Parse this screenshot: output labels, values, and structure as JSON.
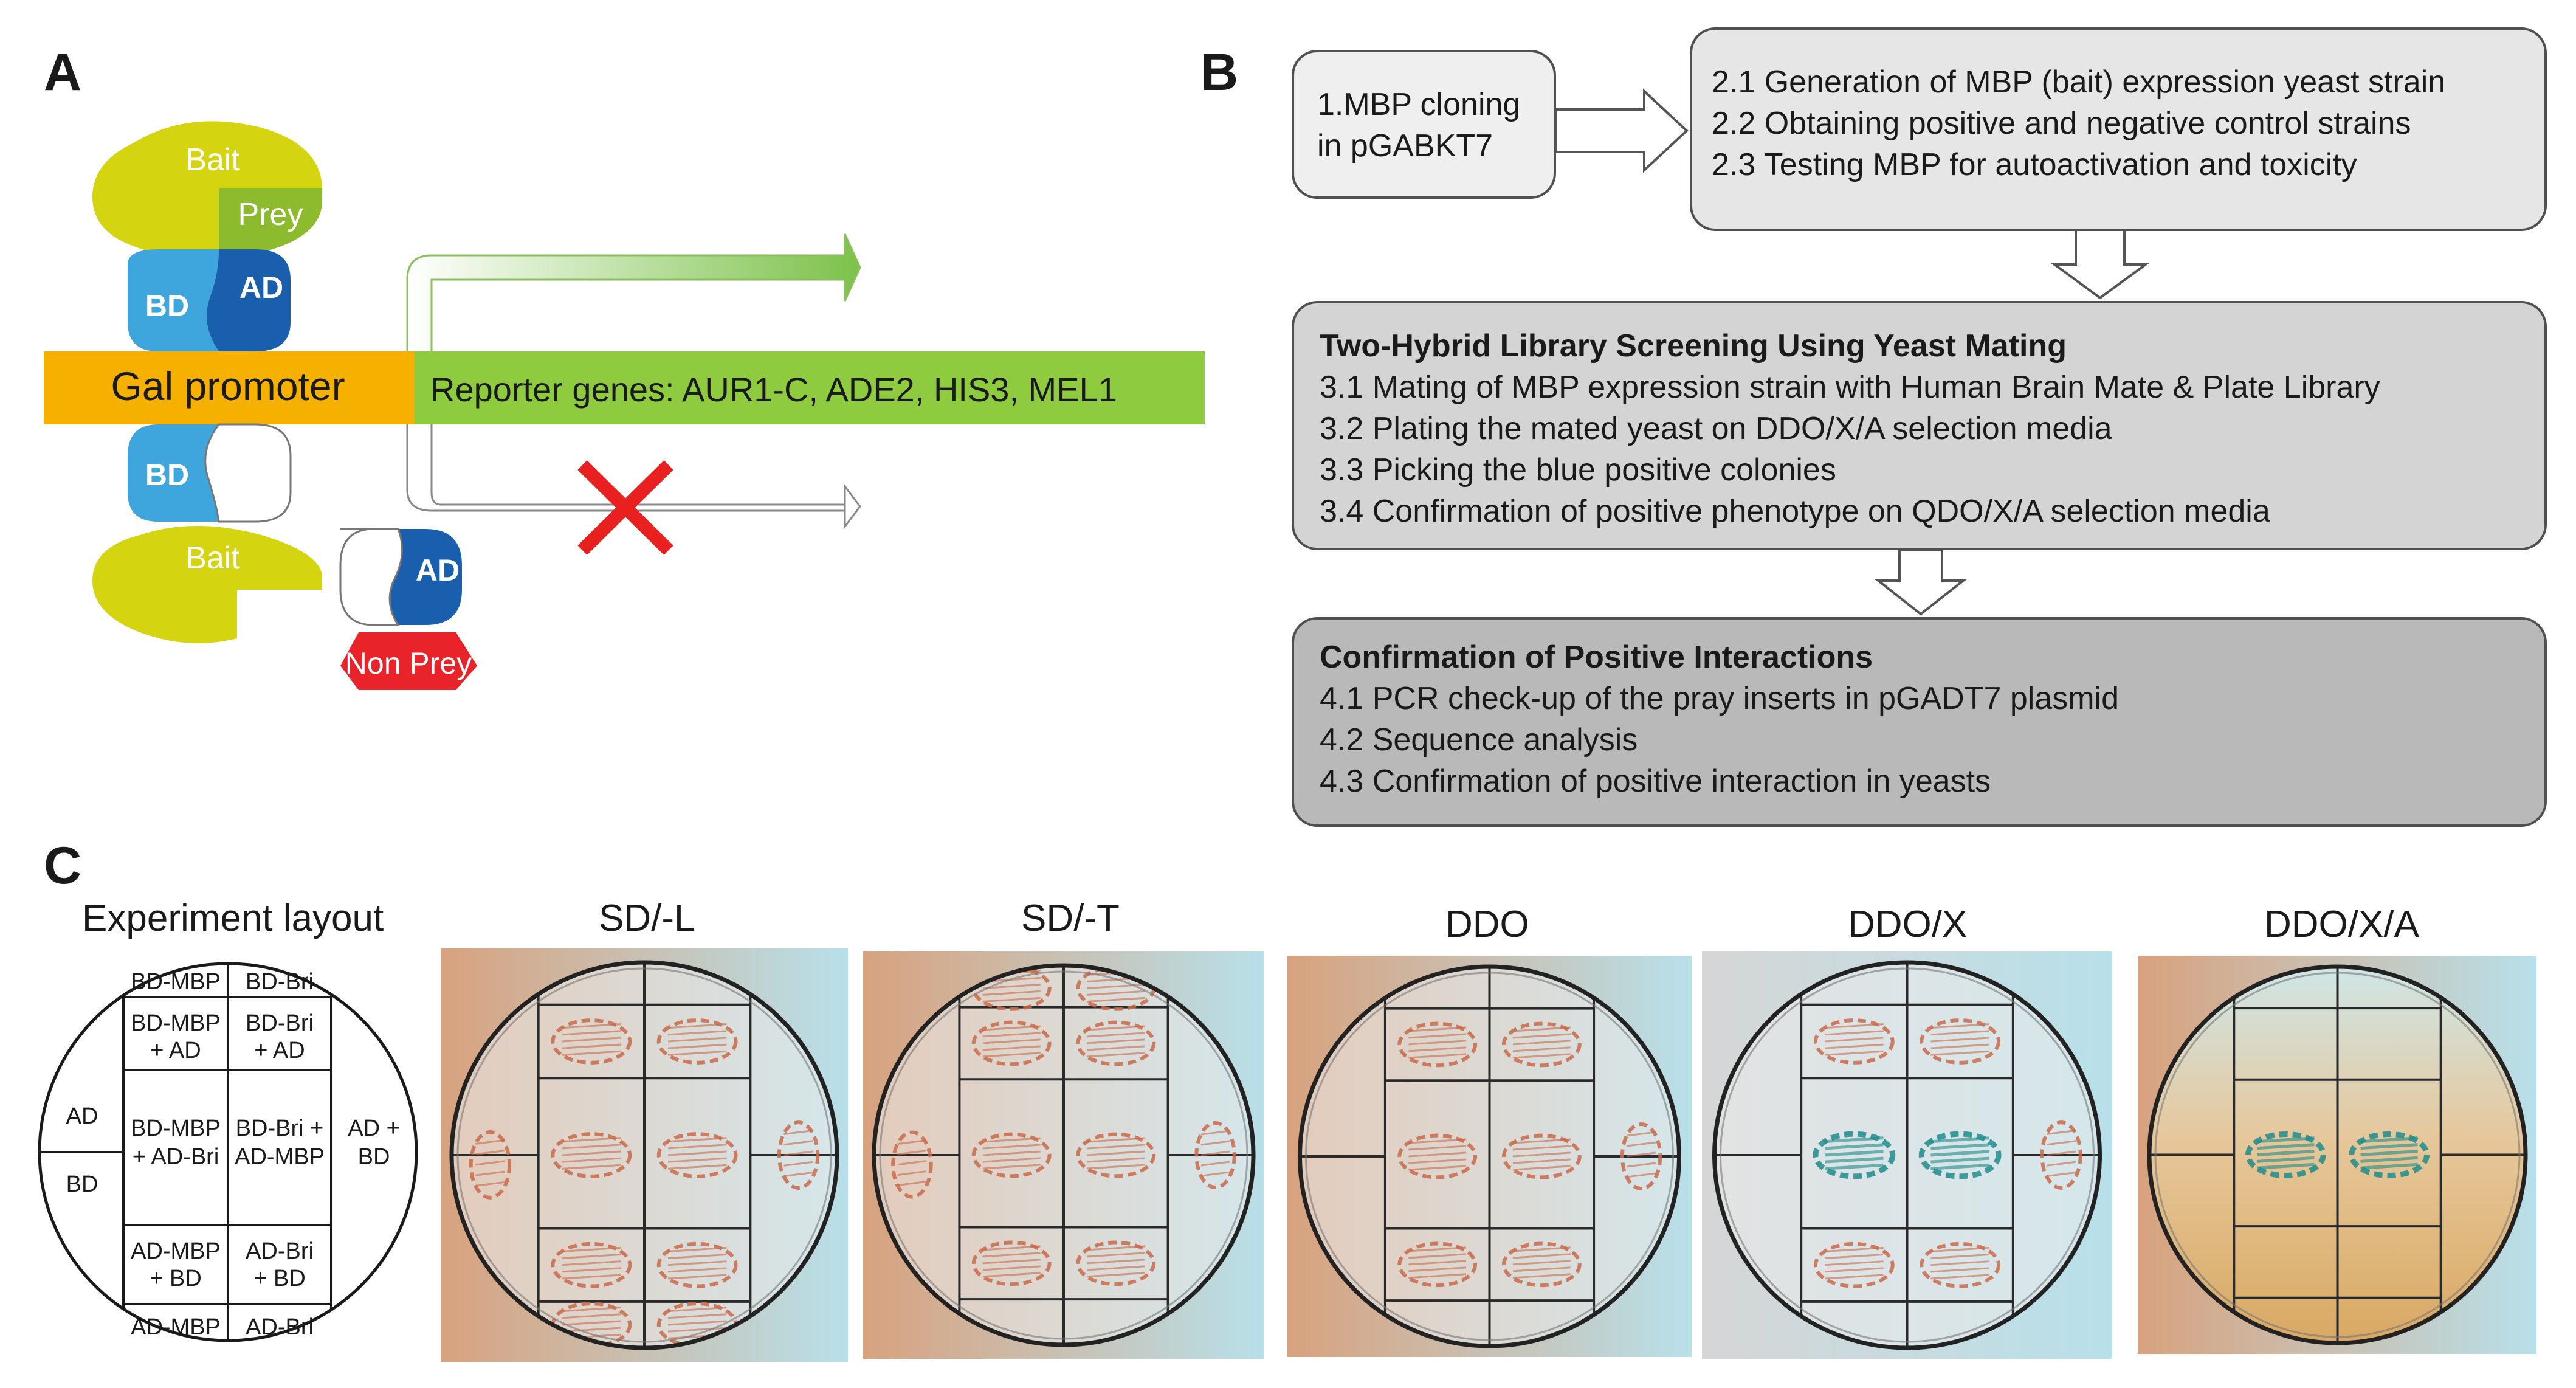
{
  "panels": {
    "a": "A",
    "b": "B",
    "c": "C"
  },
  "panelA": {
    "bait_top": "Bait",
    "prey": "Prey",
    "bd_top": "BD",
    "ad_top": "AD",
    "promoter": "Gal promoter",
    "reporter": "Reporter genes: AUR1-C, ADE2, HIS3, MEL1",
    "bd_bottom": "BD",
    "bait_bottom": "Bait",
    "ad_bottom": "AD",
    "non_prey": "Non Prey",
    "colors": {
      "bait": "#d4d411",
      "prey": "#8dbb2e",
      "bd": "#3ea6dc",
      "ad": "#1a5fae",
      "promoter": "#f5b000",
      "reporter": "#8fcb3e",
      "nonprey": "#e8232a",
      "cross": "#e82020"
    }
  },
  "panelB": {
    "box1": {
      "lines": [
        "1.MBP cloning",
        "in pGABKT7"
      ]
    },
    "box2": {
      "lines": [
        "2.1 Generation of MBP (bait) expression yeast strain",
        "2.2 Obtaining positive and negative control strains",
        "2.3 Testing MBP for autoactivation and toxicity"
      ]
    },
    "box3": {
      "title": "Two-Hybrid Library Screening Using Yeast Mating",
      "lines": [
        "3.1 Mating of MBP expression strain with Human Brain Mate & Plate Library",
        "3.2 Plating the mated yeast on DDO/X/A selection media",
        "3.3 Picking the blue positive colonies",
        "3.4 Confirmation of positive phenotype on QDO/X/A selection media"
      ]
    },
    "box4": {
      "title": "Confirmation of Positive Interactions",
      "lines": [
        "4.1 PCR check-up of the pray inserts in pGADT7 plasmid",
        "4.2 Sequence analysis",
        "4.3 Confirmation of positive interaction in yeasts"
      ]
    },
    "colors": {
      "box1": "#efefef",
      "box2": "#e6e6e6",
      "box3": "#d4d4d4",
      "box4": "#b9b9b9"
    }
  },
  "panelC": {
    "layout_title": "Experiment layout",
    "layout": {
      "r1c1": "BD-MBP",
      "r1c2": "BD-Bri",
      "r2c1a": "BD-MBP",
      "r2c1b": "+ AD",
      "r2c2a": "BD-Bri",
      "r2c2b": "+ AD",
      "left_ad": "AD",
      "left_bd": "BD",
      "r3c1a": "BD-MBP",
      "r3c1b": "+ AD-Bri",
      "r3c2a": "BD-Bri +",
      "r3c2b": "AD-MBP",
      "right_a": "AD +",
      "right_b": "BD",
      "r4c1a": "AD-MBP",
      "r4c1b": "+ BD",
      "r4c2a": "AD-Bri",
      "r4c2b": "+ BD",
      "r5c1": "AD-MBP",
      "r5c2": "AD-Bri"
    },
    "plates": [
      {
        "label": "SD/-L",
        "media": "SD/-L",
        "blue_cells": []
      },
      {
        "label": "SD/-T",
        "media": "SD/-T",
        "blue_cells": []
      },
      {
        "label": "DDO",
        "media": "DDO",
        "blue_cells": []
      },
      {
        "label": "DDO/X",
        "media": "DDO/X",
        "blue_cells": [
          "r3c1",
          "r3c2"
        ]
      },
      {
        "label": "DDO/X/A",
        "media": "DDO/X/A",
        "blue_cells": [
          "r3c1",
          "r3c2"
        ]
      }
    ],
    "colors": {
      "colony_red": "#c96a4a",
      "colony_blue": "#1f8c8c",
      "bg_warm": "#d8a27e",
      "bg_cool": "#b8e0ea",
      "agar_ddoxa": "#d9b07a"
    }
  }
}
